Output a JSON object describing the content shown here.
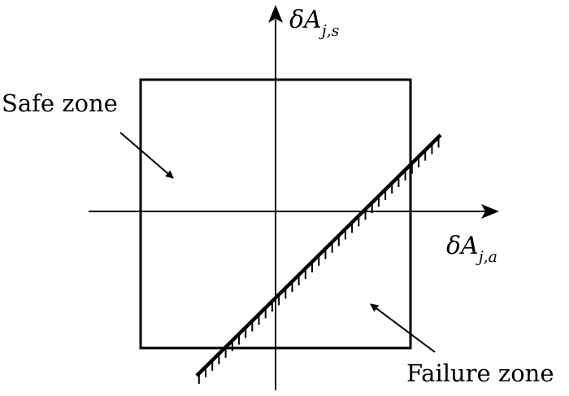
{
  "diagram": {
    "labels": {
      "safe_zone": "Safe zone",
      "failure_zone": "Failure zone"
    },
    "axes": {
      "vertical": {
        "symbol": "δA",
        "subscript": "j,s"
      },
      "horizontal": {
        "symbol": "δA",
        "subscript": "j,a"
      }
    },
    "colors": {
      "stroke": "#000000",
      "background": "#ffffff"
    }
  }
}
